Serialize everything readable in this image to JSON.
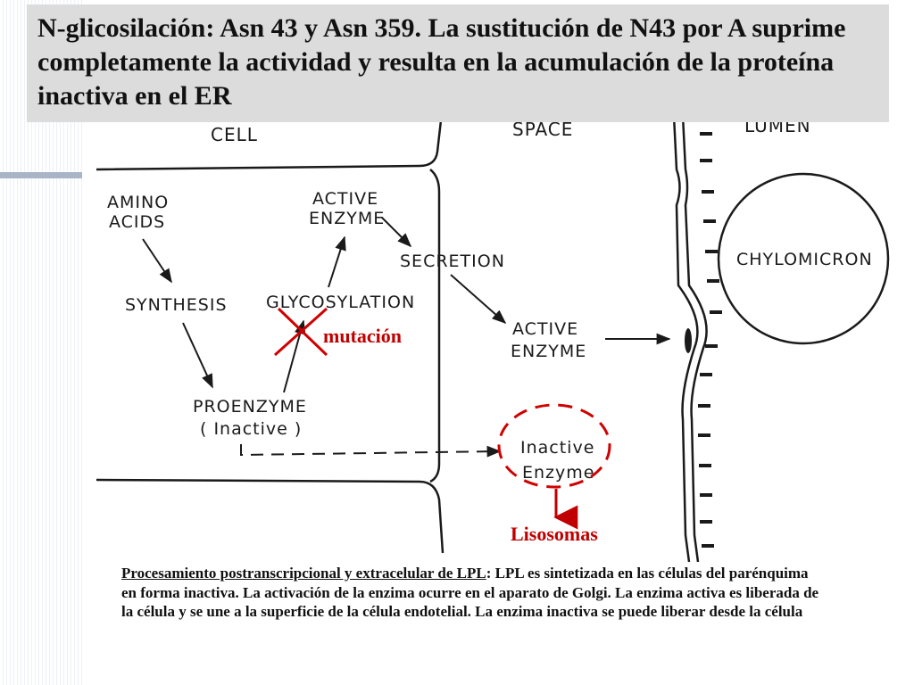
{
  "title": "N-glicosilación: Asn 43 y Asn 359. La sustitución de N43 por A suprime completamente la actividad y resulta en la acumulación de la proteína inactiva en el ER",
  "diagram": {
    "region_labels": {
      "cell": "CELL",
      "space": "SPACE",
      "lumen": "LUMEN"
    },
    "nodes": {
      "amino_acids_1": "AMINO",
      "amino_acids_2": "ACIDS",
      "synthesis": "SYNTHESIS",
      "glycosylation": "GLYCOSYLATION",
      "active_enzyme_1a": "ACTIVE",
      "active_enzyme_1b": "ENZYME",
      "secretion": "SECRETION",
      "active_enzyme_2a": "ACTIVE",
      "active_enzyme_2b": "ENZYME",
      "proenzyme": "PROENZYME",
      "proenzyme_state": "( Inactive )",
      "inactive_enzyme_1": "Inactive",
      "inactive_enzyme_2": "Enzyme",
      "chylomicron": "CHYLOMICRON"
    },
    "annotations": {
      "mutation": "mutación",
      "lysosomes": "Lisosomas"
    },
    "colors": {
      "annotation": "#c00000",
      "line": "#1a1a1a",
      "title_bg": "#dcdcdc"
    }
  },
  "caption": {
    "lead": "Procesamiento postranscripcional y extracelular de LPL",
    "body": ": LPL es sintetizada en las células del parénquima en forma inactiva. La activación de la enzima ocurre en el aparato de Golgi. La enzima activa es liberada de la célula y se une a la superficie de la célula endotelial. La enzima inactiva se puede liberar desde la célula"
  }
}
